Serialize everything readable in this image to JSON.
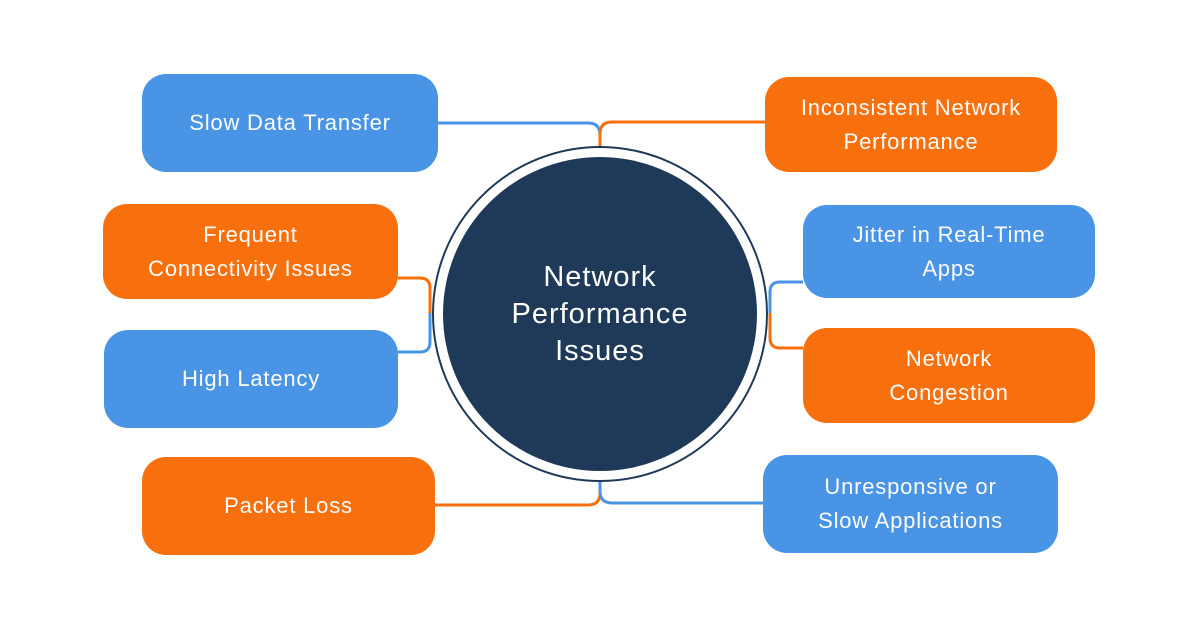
{
  "palette": {
    "blue": "#4A94E6",
    "orange": "#F8700D",
    "navy": "#1F3A58",
    "bg": "#FFFFFF",
    "text": "#FCFCFC"
  },
  "center": {
    "label": "Network\nPerformance\nIssues"
  },
  "nodes": [
    {
      "label": "Slow Data Transfer",
      "color": "blue"
    },
    {
      "label": "Frequent\nConnectivity Issues",
      "color": "orange"
    },
    {
      "label": "High Latency",
      "color": "blue"
    },
    {
      "label": "Packet Loss",
      "color": "orange"
    },
    {
      "label": "Inconsistent Network\nPerformance",
      "color": "orange"
    },
    {
      "label": "Jitter in Real-Time\nApps",
      "color": "blue"
    },
    {
      "label": "Network\nCongestion",
      "color": "orange"
    },
    {
      "label": "Unresponsive or\nSlow Applications",
      "color": "blue"
    }
  ]
}
